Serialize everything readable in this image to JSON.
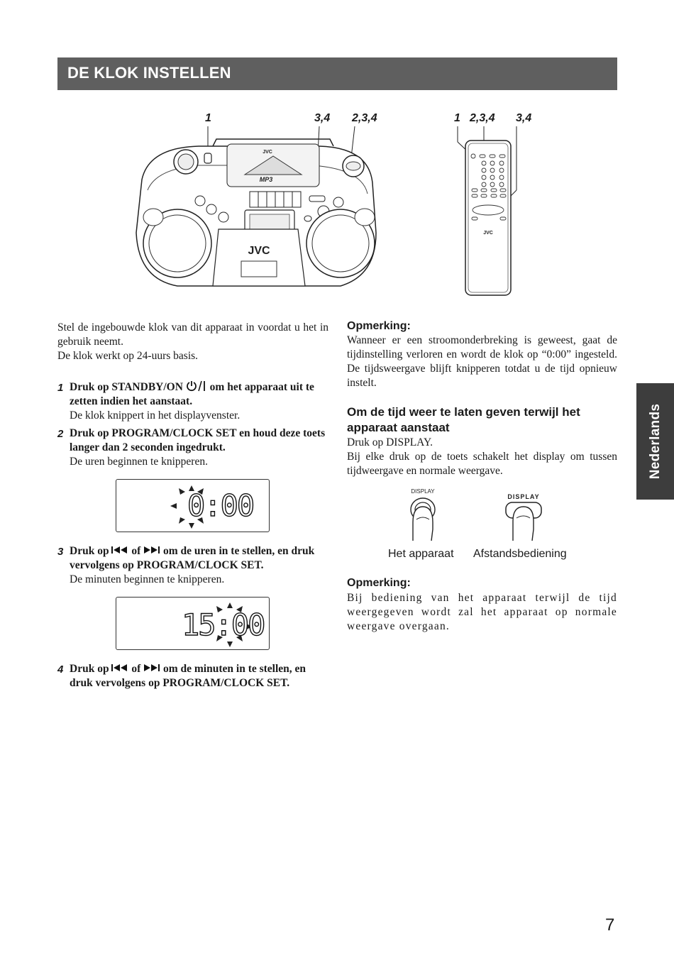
{
  "header": {
    "title": "DE KLOK INSTELLEN"
  },
  "figure_labels": {
    "boombox": [
      "1",
      "3,4",
      "2,3,4"
    ],
    "remote": [
      "1",
      "2,3,4",
      "3,4"
    ]
  },
  "device_text": {
    "brand": "JVC",
    "mp3_logo": "MP3",
    "remote_brand": "JVC"
  },
  "intro": {
    "line1": "Stel de ingebouwde klok van dit apparaat in voordat u het in gebruik neemt.",
    "line2": "De klok werkt op 24-uurs basis."
  },
  "steps": [
    {
      "num": "1",
      "bold_a": "Druk op STANDBY/ON",
      "bold_b": "om het apparaat uit te zetten indien het aanstaat.",
      "note": "De klok knippert in het displayvenster."
    },
    {
      "num": "2",
      "bold": "Druk op PROGRAM/CLOCK SET en houd deze toets langer dan 2 seconden ingedrukt.",
      "note": "De uren beginnen te knipperen."
    },
    {
      "num": "3",
      "bold_a": "Druk op",
      "bold_of": "of",
      "bold_b": "om de uren in te stellen, en druk vervolgens op PROGRAM/CLOCK SET.",
      "note": "De minuten beginnen te knipperen."
    },
    {
      "num": "4",
      "bold_a": "Druk op",
      "bold_of": "of",
      "bold_b": "om de minuten in te stellen, en druk vervolgens op PROGRAM/CLOCK SET."
    }
  ],
  "lcd": {
    "display1": "0:00",
    "display2": "15:00"
  },
  "note1": {
    "heading": "Opmerking:",
    "text": "Wanneer er een stroomonderbreking is geweest, gaat de tijdinstelling verloren en wordt de klok op “0:00” ingesteld. De tijdsweergave blijft knipperen totdat u de tijd opnieuw instelt."
  },
  "section2": {
    "heading": "Om de tijd weer te laten geven terwijl het apparaat aanstaat",
    "line1": "Druk op DISPLAY.",
    "line2": "Bij elke druk op de toets schakelt het display om tussen tijdweergave en normale weergave."
  },
  "display_buttons": {
    "label_unit": "DISPLAY",
    "label_remote": "DISPLAY",
    "caption_unit": "Het apparaat",
    "caption_remote": "Afstandsbediening"
  },
  "note2": {
    "heading": "Opmerking:",
    "text": "Bij bediening van het apparaat terwijl de tijd weergegeven wordt zal het apparaat op normale weergave overgaan."
  },
  "side_tab": "Nederlands",
  "page_number": "7"
}
